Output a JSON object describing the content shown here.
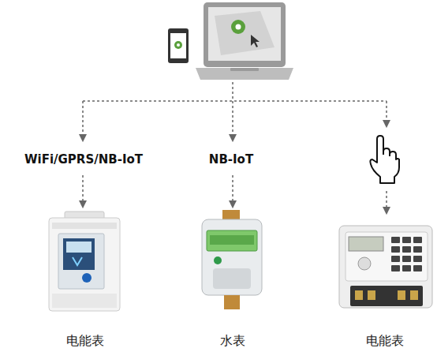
{
  "diagram": {
    "nodes": [
      {
        "text": [
          "电能表"
        ]
      },
      {
        "text": [
          "水表"
        ]
      },
      {
        "text": [
          "电能表"
        ]
      }
    ],
    "labels": [
      "WiFi/GPRS/NB-IoT",
      "NB-IoT"
    ]
  }
}
